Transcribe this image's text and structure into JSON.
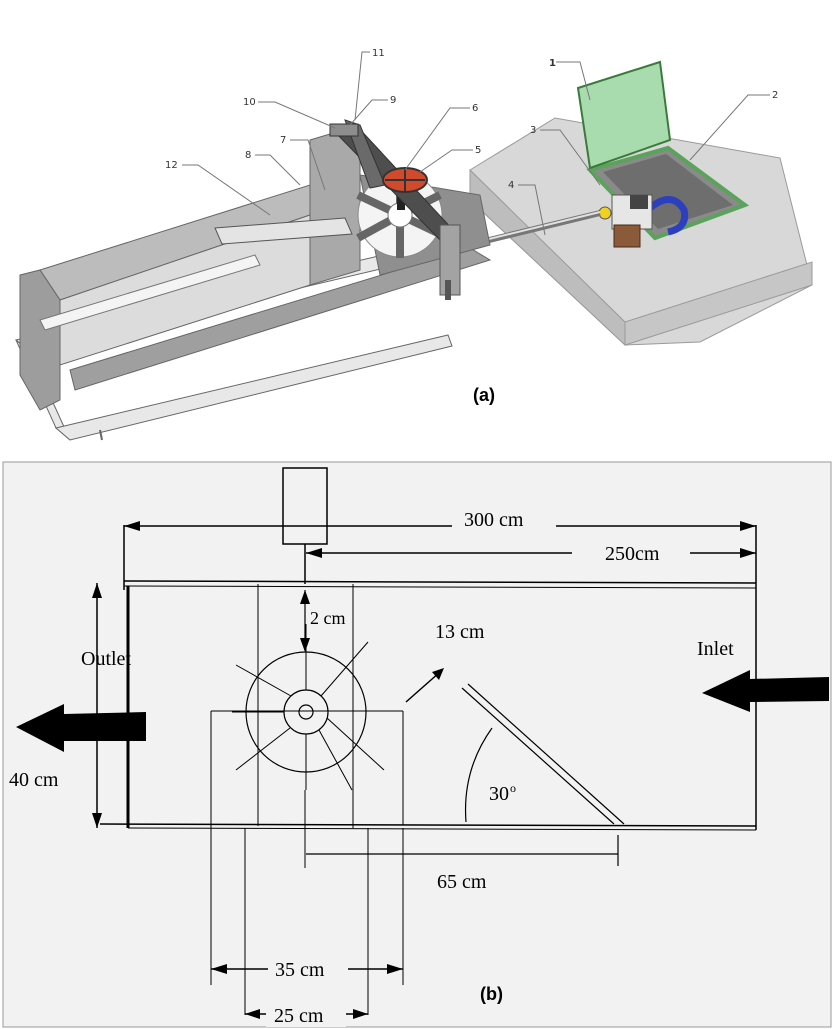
{
  "panel_a": {
    "caption": "(a)",
    "part_numbers": [
      "1",
      "2",
      "3",
      "4",
      "5",
      "6",
      "7",
      "8",
      "9",
      "10",
      "11",
      "12"
    ]
  },
  "panel_b": {
    "caption": "(b)",
    "dimensions": {
      "total_length": "300 cm",
      "inlet_to_wheel": "250cm",
      "wheel_clearance": "2 cm",
      "guide_plate": "13 cm",
      "width": "40 cm",
      "wheel_to_plate": "65 cm",
      "outer_frame": "35 cm",
      "inner_frame": "25 cm",
      "angle_value": "30",
      "angle_degree": "o"
    },
    "labels": {
      "outlet": "Outlet",
      "inlet": "Inlet"
    }
  },
  "colors": {
    "lid_green": "#a8dcae",
    "frame_green": "#5aa35a",
    "pipe_blue": "#2c3fbf",
    "gear_red": "#d24a2e",
    "concrete_gray": "#c9c9c9",
    "panel_bg": "#f2f2f2"
  }
}
